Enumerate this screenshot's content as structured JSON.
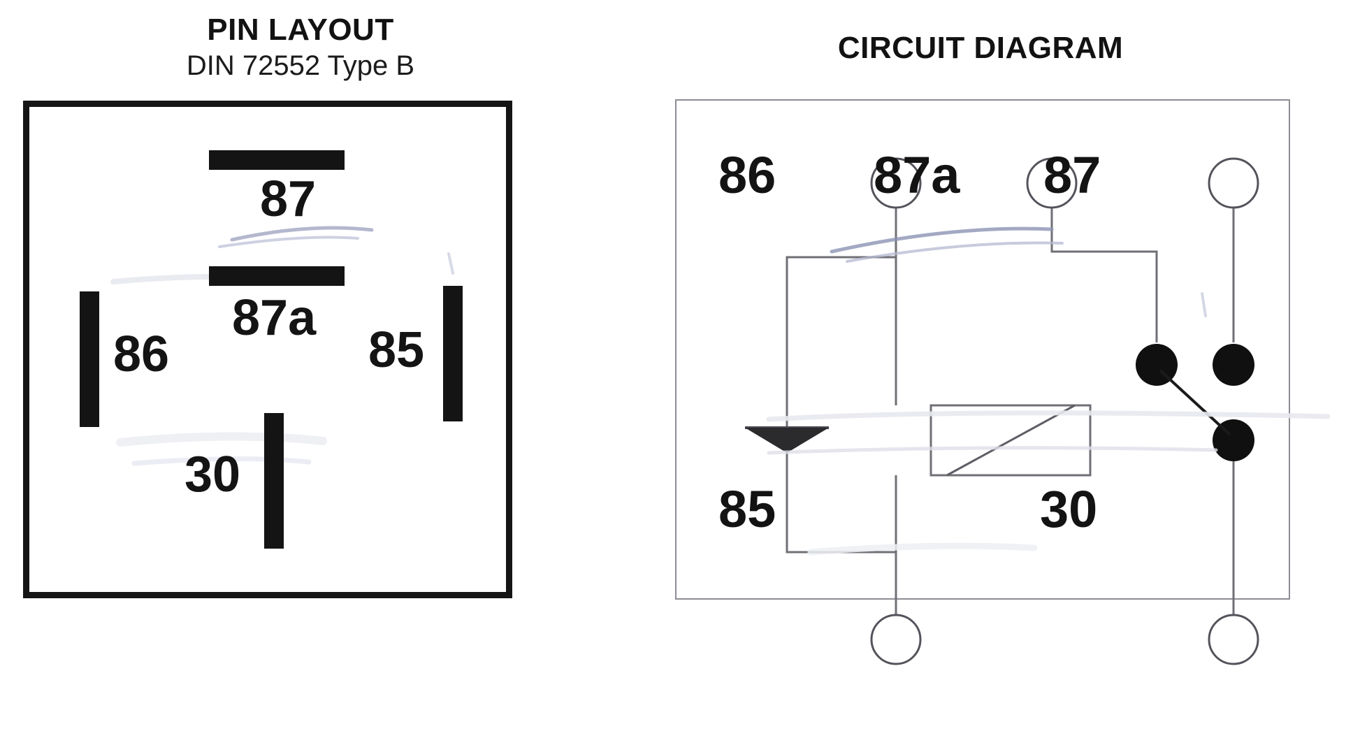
{
  "pin_panel": {
    "title": "PIN LAYOUT",
    "subtitle": "DIN 72552 Type B",
    "pins": [
      {
        "id": "87",
        "label": "87",
        "orientation": "horizontal",
        "position": "top-center"
      },
      {
        "id": "87a",
        "label": "87a",
        "orientation": "horizontal",
        "position": "center"
      },
      {
        "id": "86",
        "label": "86",
        "orientation": "vertical",
        "position": "left"
      },
      {
        "id": "85",
        "label": "85",
        "orientation": "vertical",
        "position": "right"
      },
      {
        "id": "30",
        "label": "30",
        "orientation": "vertical",
        "position": "bottom-center"
      }
    ]
  },
  "circuit_panel": {
    "title": "CIRCUIT DIAGRAM",
    "terminals": [
      {
        "id": "86",
        "label": "86",
        "row": "top",
        "type": "open-circle"
      },
      {
        "id": "87a",
        "label": "87a",
        "row": "top",
        "type": "open-circle"
      },
      {
        "id": "87",
        "label": "87",
        "row": "top",
        "type": "open-circle"
      },
      {
        "id": "85",
        "label": "85",
        "row": "bottom",
        "type": "open-circle"
      },
      {
        "id": "30",
        "label": "30",
        "row": "bottom",
        "type": "open-circle"
      }
    ],
    "components": [
      {
        "name": "relay-coil",
        "symbol": "rectangle-with-diagonal"
      },
      {
        "name": "flyback-diode",
        "symbol": "filled-triangle-with-bar"
      },
      {
        "name": "contact-87a",
        "symbol": "filled-dot"
      },
      {
        "name": "contact-87",
        "symbol": "filled-dot"
      },
      {
        "name": "contact-common",
        "symbol": "filled-dot"
      },
      {
        "name": "armature",
        "symbol": "diagonal-line"
      }
    ]
  },
  "colors": {
    "ink": "#141414",
    "box_border": "#151515",
    "circuit_border": "#8d8d93",
    "wire": "#6f6f76",
    "contact": "#101010",
    "swoosh": "#8c93b4"
  }
}
